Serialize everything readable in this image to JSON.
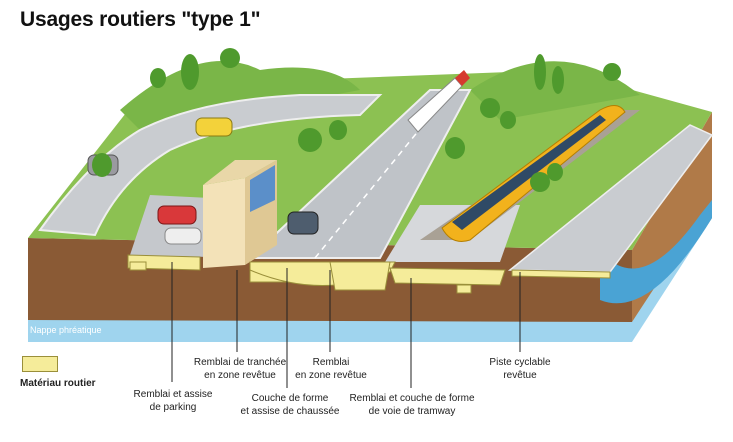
{
  "title": "Usages routiers \"type 1\"",
  "water_label": "Nappe phréatique",
  "legend": {
    "label": "Matériau routier",
    "swatch_color": "#f5ec9a"
  },
  "callouts": [
    {
      "id": "remblai-parking",
      "text": "Remblai et assise\nde parking"
    },
    {
      "id": "remblai-tranchee",
      "text": "Remblai de tranchée\nen zone revêtue"
    },
    {
      "id": "couche-forme-chaussee",
      "text": "Couche de forme\net assise de chaussée"
    },
    {
      "id": "remblai-zone-revetue",
      "text": "Remblai\nen zone revêtue"
    },
    {
      "id": "remblai-tramway",
      "text": "Remblai et couche de forme\nde voie de tramway"
    },
    {
      "id": "piste-cyclable",
      "text": "Piste cyclable\nrevêtue"
    }
  ],
  "colors": {
    "grass": "#8cc152",
    "grass_dark": "#6aa437",
    "road": "#c9ccd0",
    "road_edge": "#eeeeee",
    "soil": "#8a5a35",
    "soil_light": "#b98a5c",
    "water": "#7fc3e6",
    "water_deep": "#4aa3d4",
    "material": "#f5ec9a",
    "tram": "#f2b21c",
    "tree": "#4f9a2d"
  }
}
